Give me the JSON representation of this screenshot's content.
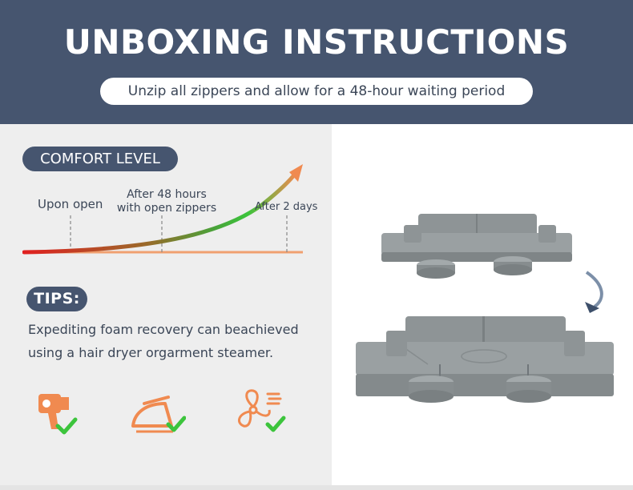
{
  "header": {
    "title": "UNBOXING INSTRUCTIONS",
    "subtitle": "Unzip all zippers and allow for a 48-hour waiting period"
  },
  "comfort": {
    "label": "COMFORT LEVEL",
    "stages": [
      "Upon open",
      "After 48 hours\nwith open zippers",
      "After 2 days"
    ]
  },
  "tips": {
    "label": "TIPS:",
    "text": "Expediting foam recovery can beachieved using a hair dryer orgarment steamer."
  },
  "icons": [
    "hair-dryer-icon",
    "iron-icon",
    "fan-icon",
    "check-icon"
  ],
  "colors": {
    "header_bg": "#46556f",
    "accent_orange": "#f08a50",
    "check_green": "#3cc43c",
    "curve_red": "#e02020",
    "curve_green": "#49a33a",
    "sofa_gray": "#8e9496"
  }
}
